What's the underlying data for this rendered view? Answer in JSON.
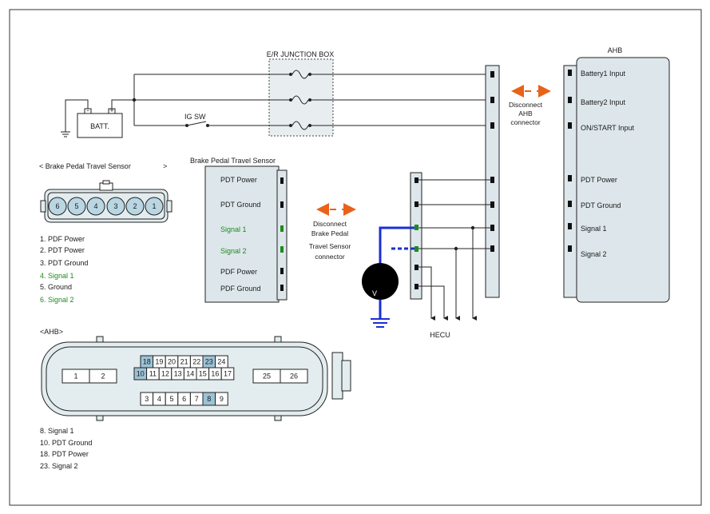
{
  "junction_box_label": "E/R JUNCTION BOX",
  "battery_label": "BATT.",
  "ig_sw_label": "IG SW",
  "ahb_title": "AHB",
  "disconnect_ahb": [
    "Disconnect",
    "AHB",
    "connector"
  ],
  "ahb_pins": [
    "Battery1 Input",
    "Battery2 Input",
    "ON/START Input",
    "PDT Power",
    "PDT Ground",
    "Signal 1",
    "Signal 2"
  ],
  "bpts_title": "Brake Pedal Travel Sensor",
  "bpts_pins": [
    {
      "label": "PDT Power",
      "color": "#1a1a1a"
    },
    {
      "label": "PDT Ground",
      "color": "#1a1a1a"
    },
    {
      "label": "Signal 1",
      "color": "#1e8a1e"
    },
    {
      "label": "Signal 2",
      "color": "#1e8a1e"
    },
    {
      "label": "PDF Power",
      "color": "#1a1a1a"
    },
    {
      "label": "PDF Ground",
      "color": "#1a1a1a"
    }
  ],
  "disconnect_bpts": [
    "Disconnect",
    "Brake Pedal",
    "Travel Sensor",
    "connector"
  ],
  "voltmeter_label": "V",
  "hecu_label": "HECU",
  "connector_view_left": "< Brake Pedal Travel Sensor",
  "connector_view_right": ">",
  "connector_pins": [
    "6",
    "5",
    "4",
    "3",
    "2",
    "1"
  ],
  "bpts_legend": [
    {
      "text": "1. PDF Power",
      "color": "#1a1a1a"
    },
    {
      "text": "2. PDT Power",
      "color": "#1a1a1a"
    },
    {
      "text": "3. PDT Ground",
      "color": "#1a1a1a"
    },
    {
      "text": "4. Signal 1",
      "color": "#1e8a1e"
    },
    {
      "text": "5.  Ground",
      "color": "#1a1a1a"
    },
    {
      "text": "6. Signal 2",
      "color": "#1e8a1e"
    }
  ],
  "ahb_connector_title": "<AHB>",
  "ahb_connector_rows": {
    "row_top": [
      "18",
      "19",
      "20",
      "21",
      "22",
      "23",
      "24"
    ],
    "row_mid": [
      "10",
      "11",
      "12",
      "13",
      "14",
      "15",
      "16",
      "17"
    ],
    "row_bot": [
      "3",
      "4",
      "5",
      "6",
      "7",
      "8",
      "9"
    ],
    "left_block": [
      "1",
      "2"
    ],
    "right_block": [
      "25",
      "26"
    ],
    "highlighted": [
      "18",
      "23",
      "10",
      "8"
    ]
  },
  "ahb_legend": [
    "8.   Signal 1",
    "10.   PDT Ground",
    "18. PDT Power",
    "23. Signal 2"
  ],
  "colors": {
    "arrow": "#e8621a",
    "probe": "#1a2fd6",
    "highlight": "#9cc3d5",
    "jbox_fill": "#e8eef0",
    "connector_fill": "#dde7eb",
    "pin_fill": "#b9d6e2"
  }
}
